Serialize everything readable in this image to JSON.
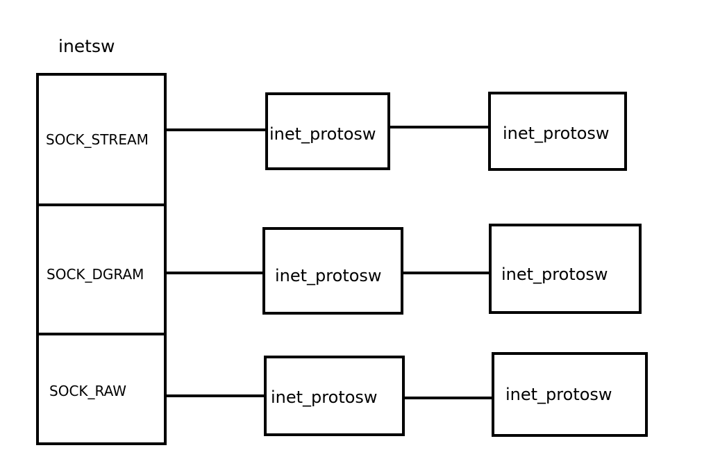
{
  "diagram": {
    "title": "inetsw",
    "slots": [
      {
        "label": "SOCK_STREAM",
        "entries": [
          "inet_protosw",
          "inet_protosw"
        ]
      },
      {
        "label": "SOCK_DGRAM",
        "entries": [
          "inet_protosw",
          "inet_protosw"
        ]
      },
      {
        "label": "SOCK_RAW",
        "entries": [
          "inet_protosw",
          "inet_protosw"
        ]
      }
    ]
  }
}
